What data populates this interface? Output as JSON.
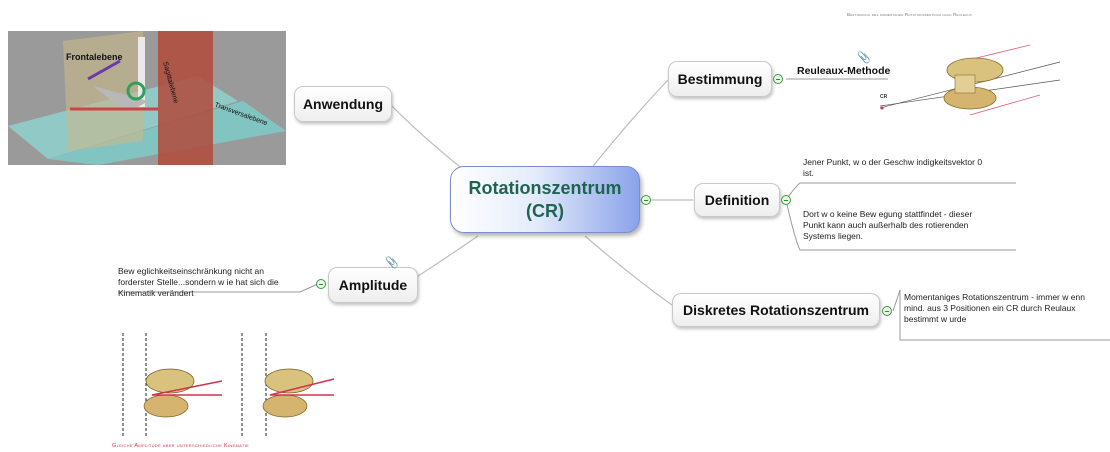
{
  "central": {
    "line1": "Rotationszentrum",
    "line2": "(CR)"
  },
  "nodes": {
    "anwendung": "Anwendung",
    "amplitude": "Amplitude",
    "bestimmung": "Bestimmung",
    "definition": "Definition",
    "diskretes": "Diskretes Rotationszentrum"
  },
  "subnodes": {
    "reuleaux": "Reuleaux-Methode"
  },
  "notes": {
    "amplitude": [
      "Bew eglichkeitseinschränkung nicht an",
      "forderster Stelle...sondern w ie hat sich die",
      "Kinematik verändert"
    ],
    "definition_1": [
      "Jener Punkt, w o der Geschw indigkeitsvektor 0",
      "ist."
    ],
    "definition_2": [
      "Dort w o keine Bew egung stattfindet - dieser",
      "Punkt kann auch außerhalb des rotierenden",
      "Systems liegen."
    ],
    "diskretes": [
      "Momentaniges Rotationszentrum - immer w enn",
      "mind. aus 3 Positionen ein CR durch Reulaux",
      "bestimmt w urde"
    ]
  },
  "image_labels": {
    "frontalebene": "Frontalebene",
    "sagittalebene": "Sagittalebene",
    "transversalebene": "Transversalebene",
    "reuleaux_title": "Bestimmung des momentanen Rotationszentrum nach Reuleaux",
    "amplitude_caption": "Gleiche Amplitude aber unterschiedliche Kinematik",
    "cr": "CR"
  },
  "colors": {
    "central_text": "#1e6450",
    "toggle": "#3a9a3a",
    "connector": "#b4b4b4",
    "caption": "#d2324a"
  }
}
